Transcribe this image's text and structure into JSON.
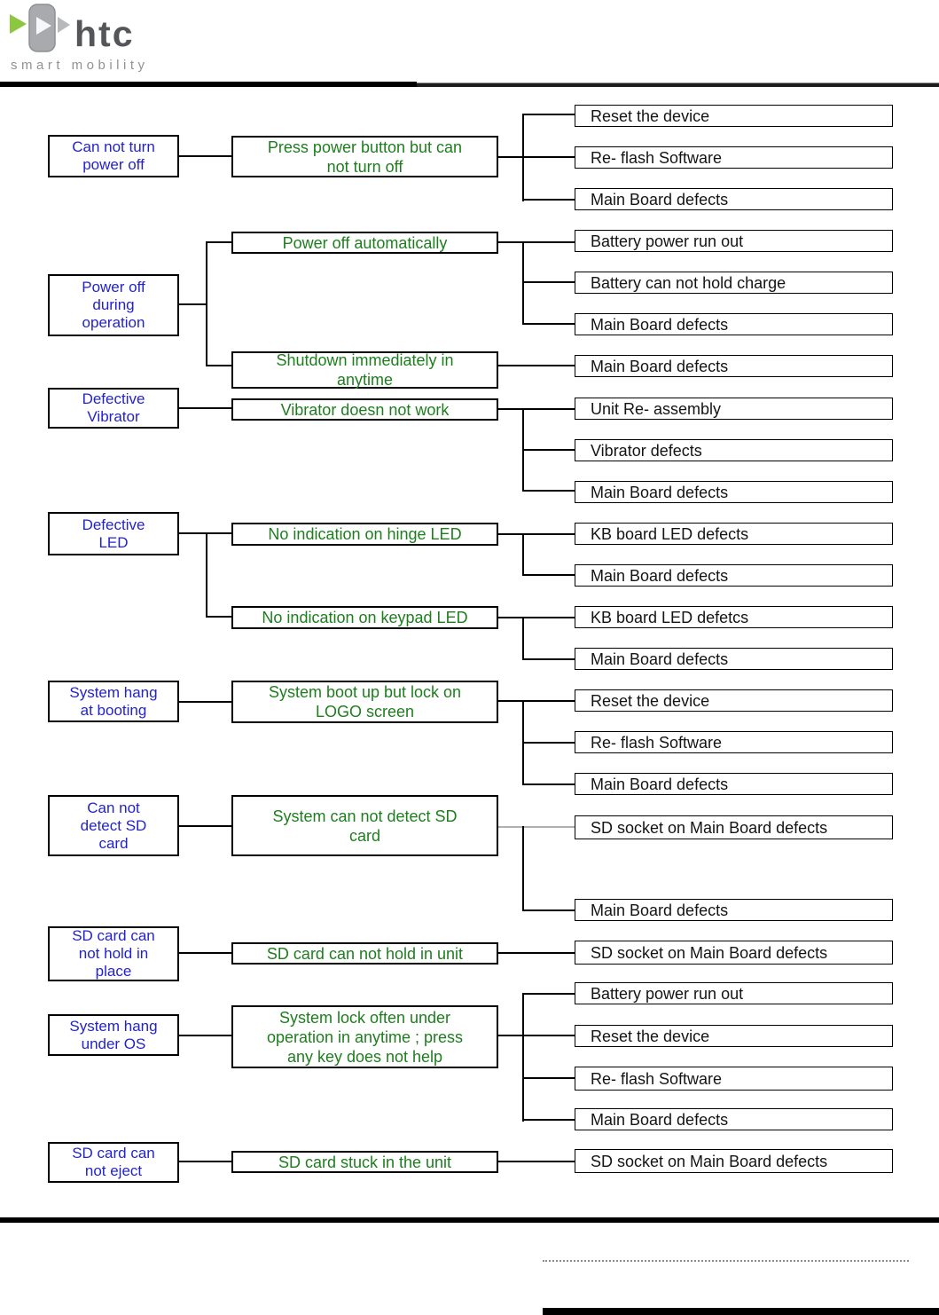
{
  "header": {
    "brand": "htc",
    "tagline": "smart mobility"
  },
  "colors": {
    "symptom_text": "#2323cd",
    "condition_text": "#1e7e1e",
    "cause_text": "#141414",
    "logo_green": "#8dc63f",
    "logo_gray": "#aaacae"
  },
  "flowchart": {
    "symptoms": [
      "Can not turn\npower off",
      "Power off\nduring\noperation",
      "Defective\nVibrator",
      "Defective\nLED",
      "System hang\nat booting",
      "Can not\ndetect SD\ncard",
      "SD card can\nnot hold in\nplace",
      "System hang\nunder OS",
      "SD card can\nnot eject"
    ],
    "conditions": [
      "Press power button but can\nnot turn off",
      "Power off automatically",
      "Shutdown immediately in\nanytime",
      "Vibrator doesn not work",
      "No indication on hinge LED",
      "No indication  on keypad LED",
      "System boot up but lock on\nLOGO screen",
      "System can not detect SD\ncard",
      "SD card can not hold in unit",
      "System lock often under\noperation in anytime ; press\nany key does not help",
      "SD card stuck in the unit"
    ],
    "causes": [
      "Reset the device",
      "Re- flash Software",
      "Main Board defects",
      "Battery power run out",
      "Battery can not hold charge",
      "Main Board defects",
      "Main Board defects",
      "Unit Re- assembly",
      "Vibrator defects",
      "Main Board defects",
      "KB board LED defects",
      "Main Board defects",
      "KB board LED defetcs",
      "Main Board defects",
      "Reset the device",
      "Re- flash Software",
      "Main Board defects",
      "SD socket on Main Board defects",
      "Main Board defects",
      "SD socket on Main Board defects",
      "Battery power run out",
      "Reset the device",
      "Re- flash Software",
      "Main Board defects",
      "SD socket on Main Board defects"
    ]
  }
}
